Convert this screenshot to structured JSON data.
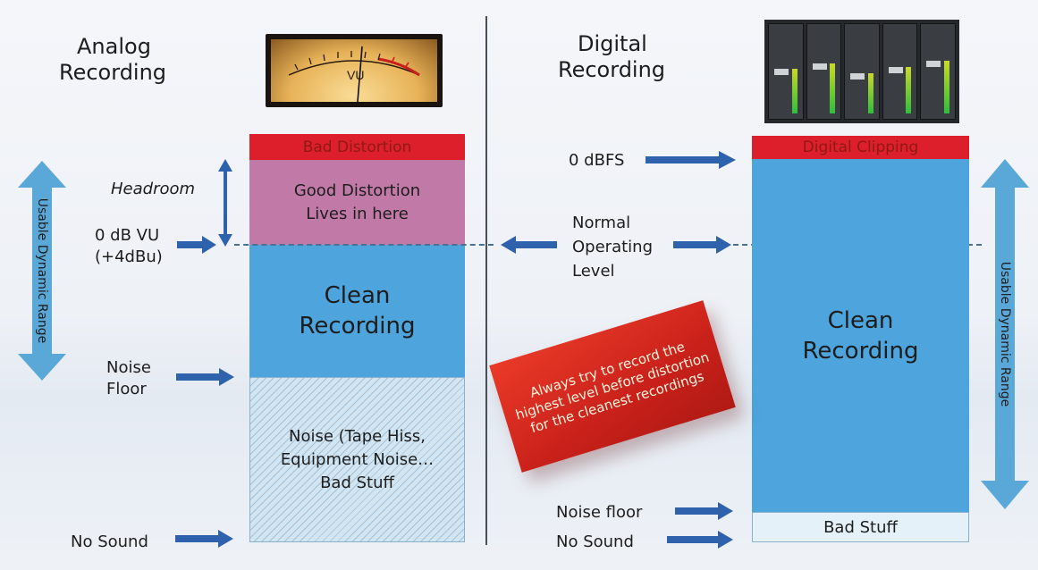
{
  "analog": {
    "title_line1": "Analog",
    "title_line2": "Recording",
    "meter_label": "VU",
    "headroom_label": "Headroom",
    "zero_db_line1": "0 dB VU",
    "zero_db_line2": "(+4dBu)",
    "noise_floor_line1": "Noise",
    "noise_floor_line2": "Floor",
    "no_sound": "No Sound",
    "usable_range": "Usable Dynamic Range",
    "bands": {
      "bad_distortion": "Bad Distortion",
      "good_distortion_line1": "Good Distortion",
      "good_distortion_line2": "Lives in here",
      "clean_line1": "Clean",
      "clean_line2": "Recording",
      "noise_line1": "Noise (Tape Hiss,",
      "noise_line2": "Equipment Noise…",
      "noise_line3": "Bad Stuff"
    }
  },
  "digital": {
    "title_line1": "Digital",
    "title_line2": "Recording",
    "zero_dbfs": "0 dBFS",
    "noise_floor": "Noise floor",
    "no_sound": "No Sound",
    "usable_range": "Usable Dynamic Range",
    "bands": {
      "clipping": "Digital Clipping",
      "clean_line1": "Clean",
      "clean_line2": "Recording",
      "bad_stuff": "Bad Stuff"
    }
  },
  "center": {
    "normal_line1": "Normal",
    "normal_line2": "Operating",
    "normal_line3": "Level"
  },
  "callout": {
    "text": "Always try to record the highest level before distortion for the cleanest recordings"
  },
  "colors": {
    "bad_distortion": "#dd1f2b",
    "good_distortion": "#c17aa8",
    "clean": "#4ea4dc",
    "noise": "#d2e5f1",
    "arrow": "#2e62ad",
    "range_arrow": "#5aa8d8",
    "callout": "#d3261d"
  },
  "mixer": {
    "level_fractions": [
      0.55,
      0.62,
      0.5,
      0.58,
      0.66
    ]
  }
}
